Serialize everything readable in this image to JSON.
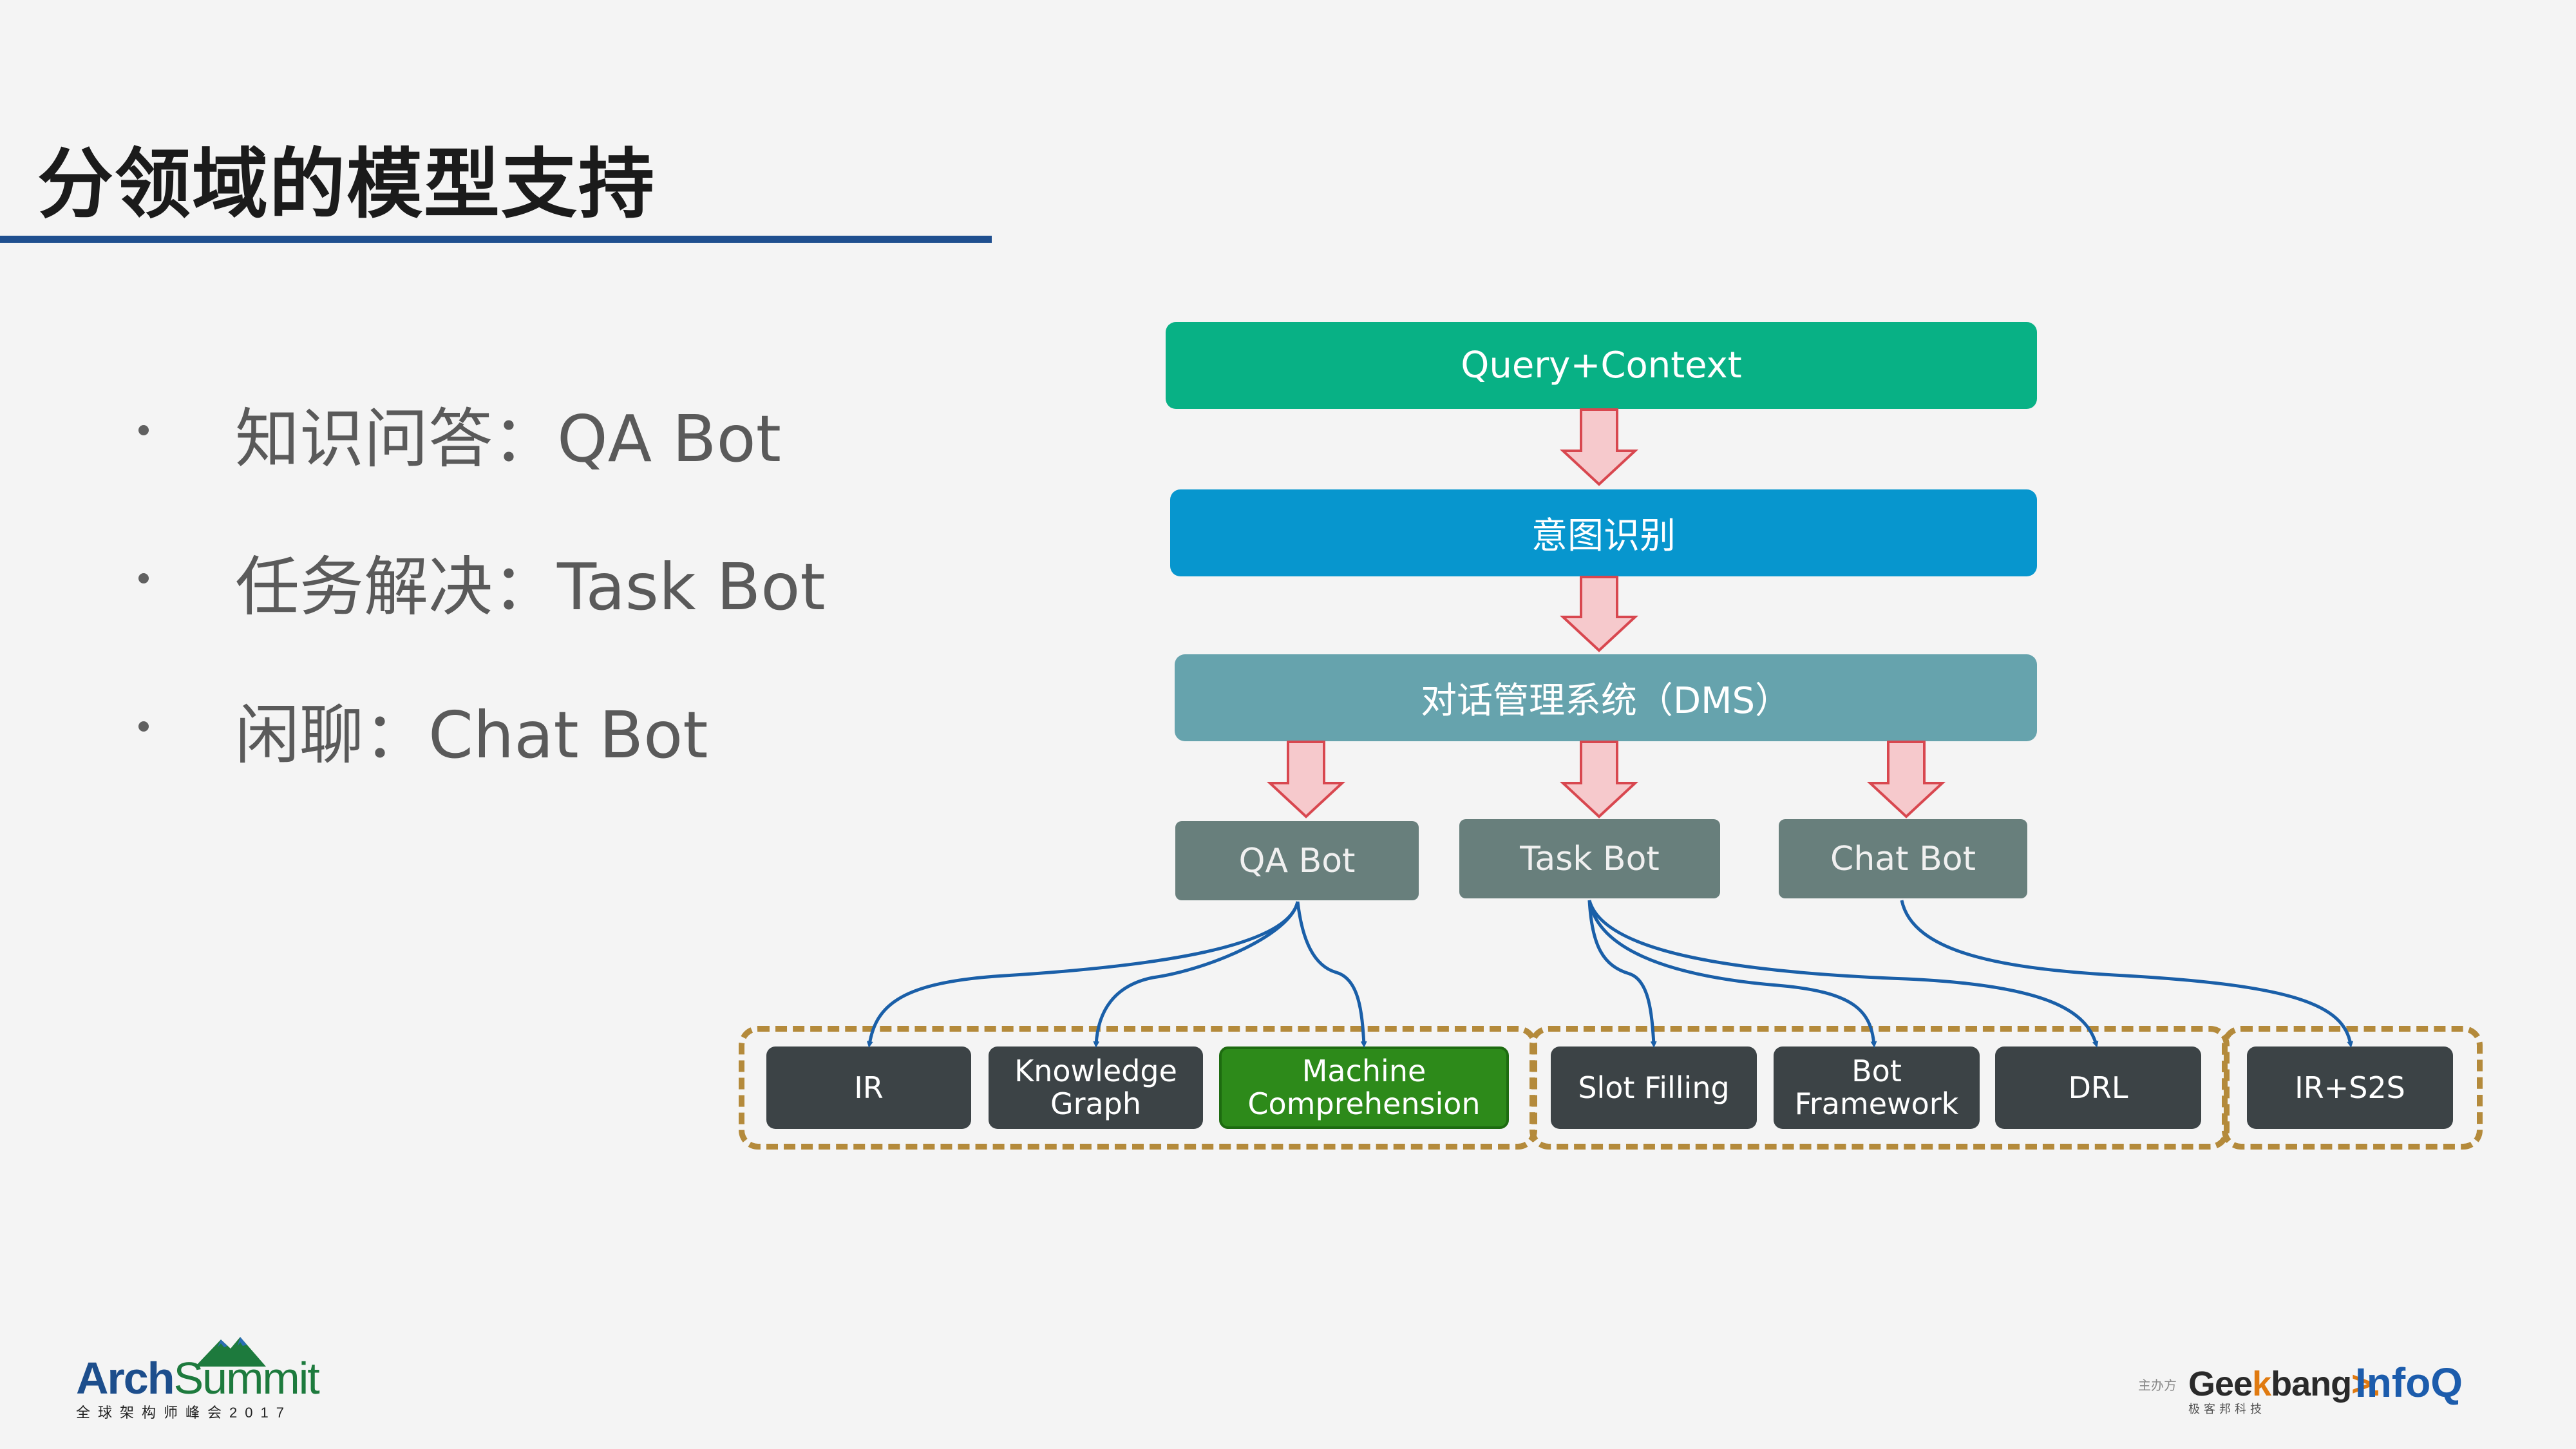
{
  "title": "分领域的模型支持",
  "bullets": [
    {
      "text": "知识问答：QA Bot"
    },
    {
      "text": "任务解决：Task Bot"
    },
    {
      "text": "闲聊：Chat Bot"
    }
  ],
  "diagram": {
    "query": "Query+Context",
    "intent": "意图识别",
    "dms": "对话管理系统（DMS）",
    "bots": {
      "qa": "QA Bot",
      "task": "Task Bot",
      "chat": "Chat Bot"
    },
    "leaves": {
      "ir": "IR",
      "kg": "Knowledge Graph",
      "mc": "Machine Comprehension",
      "slot": "Slot Filling",
      "bf": "Bot Framework",
      "drl": "DRL",
      "s2s": "IR+S2S"
    }
  },
  "colors": {
    "title_rule": "#1f4f8f",
    "query_bar": "#08b185",
    "intent_bar": "#0796ce",
    "dms_bar": "#66a3ad",
    "bot_box": "#687f7c",
    "leaf_box": "#3c4346",
    "highlight_leaf": "#2d8a1a",
    "dashed_group": "#b48a3b",
    "arrow_fill": "#f6c9cc",
    "arrow_stroke": "#d8474f",
    "connector": "#1a5fa8"
  },
  "footer": {
    "arch_name_a": "Arch",
    "arch_name_b": "Summit",
    "arch_sub": "全球架构师峰会2017",
    "sponsor_label": "主办方",
    "geek_a": "Gee",
    "geek_k": "k",
    "geek_b": "bang",
    "geek_gt": ">.",
    "geek_sub": "极客邦科技",
    "infoq": "InfoQ"
  }
}
